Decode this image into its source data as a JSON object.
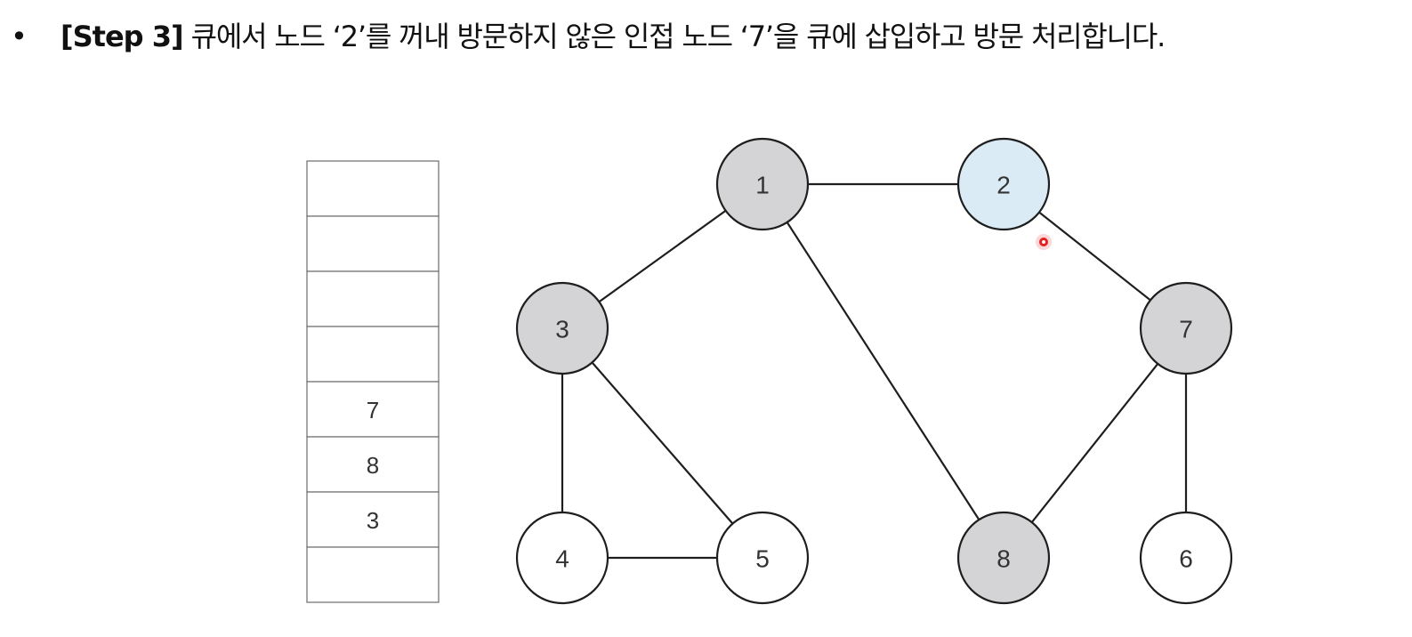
{
  "caption": {
    "bullet": "•",
    "step": "[Step 3]",
    "text": "큐에서 노드 ‘2’를 꺼내 방문하지 않은 인접 노드 ‘7’을 큐에 삽입하고 방문 처리합니다."
  },
  "queue": {
    "slots": [
      "",
      "",
      "",
      "",
      "7",
      "8",
      "3",
      ""
    ]
  },
  "graph": {
    "nodes": [
      {
        "id": "1",
        "label": "1",
        "state": "visited"
      },
      {
        "id": "2",
        "label": "2",
        "state": "current"
      },
      {
        "id": "3",
        "label": "3",
        "state": "visited"
      },
      {
        "id": "7",
        "label": "7",
        "state": "visited"
      },
      {
        "id": "4",
        "label": "4",
        "state": "unvisited"
      },
      {
        "id": "5",
        "label": "5",
        "state": "unvisited"
      },
      {
        "id": "8",
        "label": "8",
        "state": "visited"
      },
      {
        "id": "6",
        "label": "6",
        "state": "unvisited"
      }
    ],
    "edges": [
      [
        "1",
        "2"
      ],
      [
        "1",
        "3"
      ],
      [
        "1",
        "8"
      ],
      [
        "2",
        "7"
      ],
      [
        "3",
        "4"
      ],
      [
        "3",
        "5"
      ],
      [
        "4",
        "5"
      ],
      [
        "7",
        "8"
      ],
      [
        "7",
        "6"
      ]
    ]
  },
  "colors": {
    "visited": "#d4d4d6",
    "current": "#dbebf5",
    "unvisited": "#ffffff",
    "stroke": "#1e1e1e",
    "cursor": "#e81f1f"
  }
}
